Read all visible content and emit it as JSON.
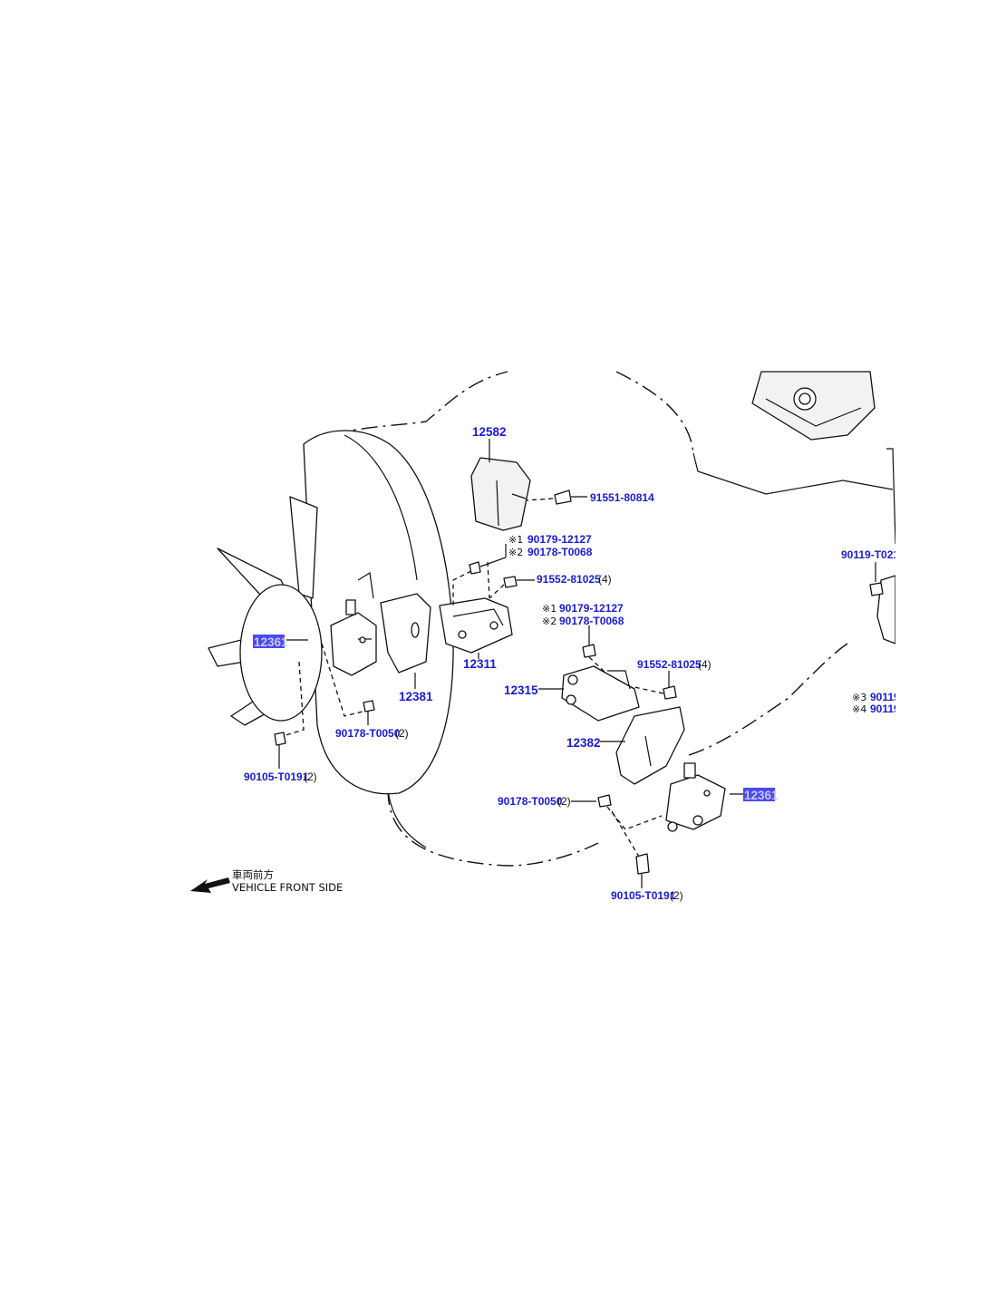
{
  "labels": {
    "p12582": "12582",
    "p91551_80814": "91551-80814",
    "p90179_12127_a": "90179-12127",
    "p90178_T0068_a": "90178-T0068",
    "p91552_81025_a": "91552-81025",
    "p91552_81025_a_qty": "(4)",
    "p90179_12127_b": "90179-12127",
    "p90178_T0068_b": "90178-T0068",
    "p12361_left": "12361",
    "p12311": "12311",
    "p12381": "12381",
    "p91552_81025_b": "91552-81025",
    "p91552_81025_b_qty": "(4)",
    "p12315": "12315",
    "p90178_T0050_a": "90178-T0050",
    "p90178_T0050_a_qty": "(2)",
    "p12382": "12382",
    "p90105_T0191_a": "90105-T0191",
    "p90105_T0191_a_qty": "(2)",
    "p12361_right": "12361",
    "p90178_T0050_b": "90178-T0050",
    "p90178_T0050_b_qty": "(2)",
    "p90105_T0191_b": "90105-T0191",
    "p90105_T0191_b_qty": "(2)",
    "p90119_T021": "90119-T021",
    "p90119_c": "90119",
    "p90119_d": "90119"
  },
  "marks": {
    "m1": "※1",
    "m2": "※2",
    "m3": "※3",
    "m4": "※4"
  },
  "caption": {
    "jp": "車両前方",
    "en": "VEHICLE FRONT SIDE"
  },
  "colors": {
    "label": "#1a1ad6",
    "highlight": "#4a4af0",
    "line": "#111111"
  }
}
